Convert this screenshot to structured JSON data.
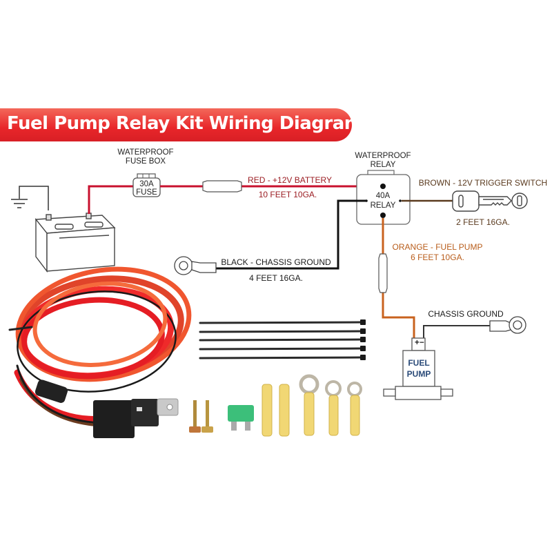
{
  "title": "Fuel Pump Relay Kit Wiring Diagram",
  "components": {
    "fuse_box": {
      "caption_line1": "WATERPROOF",
      "caption_line2": "FUSE BOX",
      "label_line1": "30A",
      "label_line2": "FUSE"
    },
    "relay": {
      "caption_line1": "WATERPROOF",
      "caption_line2": "RELAY",
      "label_line1": "40A",
      "label_line2": "RELAY"
    },
    "fuel_pump": {
      "label_line1": "FUEL",
      "label_line2": "PUMP",
      "plus": "+",
      "minus": "−"
    },
    "battery": {
      "name": "battery-icon"
    },
    "ground": {
      "name": "ground-symbol"
    },
    "ignition_key": {
      "name": "key-icon"
    }
  },
  "wires": {
    "red": {
      "label": "RED - +12V BATTERY",
      "spec": "10 FEET 10GA.",
      "color": "#c8102e"
    },
    "brown": {
      "label": "BROWN - 12V TRIGGER SWITCH",
      "spec": "2 FEET 16GA.",
      "color": "#5a3a1e"
    },
    "black": {
      "label": "BLACK - CHASSIS GROUND",
      "spec": "4 FEET 16GA.",
      "color": "#111111"
    },
    "orange": {
      "label": "ORANGE - FUEL PUMP",
      "spec": "6 FEET 10GA.",
      "color": "#c8621e"
    },
    "pump_ground": {
      "label": "CHASSIS GROUND",
      "color": "#333333"
    }
  },
  "kit_contents": {
    "items": [
      "wire harness with relay and fuse holder",
      "5 cable ties",
      "2 self-tapping screws",
      "30A blade fuse",
      "2 butt connectors",
      "3 ring terminals"
    ]
  },
  "colors": {
    "banner": "#e8262a",
    "red_wire": "#c8102e",
    "orange_wire": "#c8621e",
    "brown_wire": "#5a3a1e"
  }
}
